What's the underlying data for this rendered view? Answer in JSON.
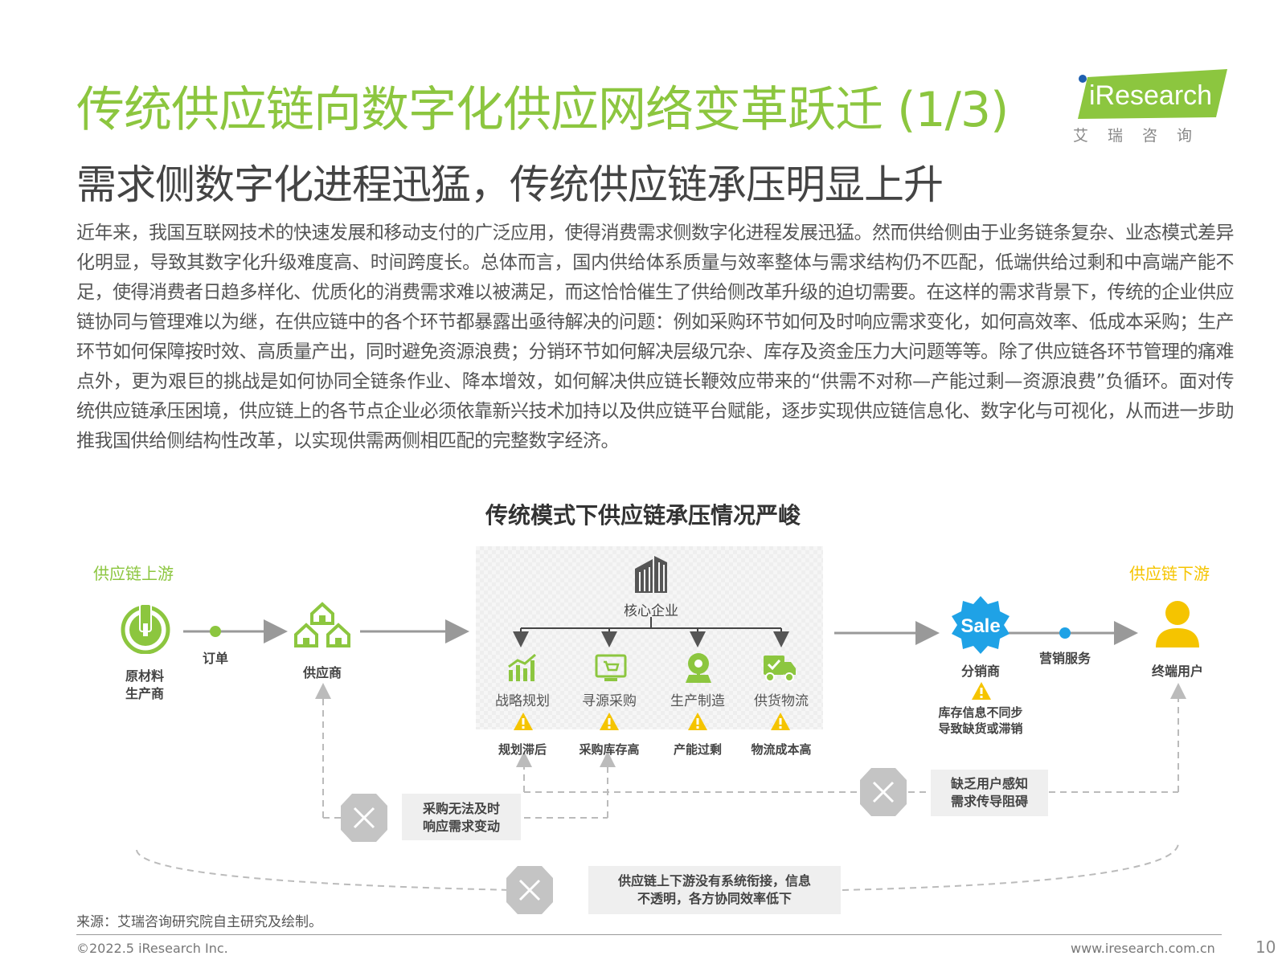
{
  "header": {
    "title": "传统供应链向数字化供应网络变革跃迁 (1/3)",
    "subtitle": "需求侧数字化进程迅猛，传统供应链承压明显上升",
    "logo_text": "iResearch",
    "logo_sub": "艾瑞咨询"
  },
  "body": {
    "paragraph": "近年来，我国互联网技术的快速发展和移动支付的广泛应用，使得消费需求侧数字化进程发展迅猛。然而供给侧由于业务链条复杂、业态模式差异化明显，导致其数字化升级难度高、时间跨度长。总体而言，国内供给体系质量与效率整体与需求结构仍不匹配，低端供给过剩和中高端产能不足，使得消费者日趋多样化、优质化的消费需求难以被满足，而这恰恰催生了供给侧改革升级的迫切需要。在这样的需求背景下，传统的企业供应链协同与管理难以为继，在供应链中的各个环节都暴露出亟待解决的问题：例如采购环节如何及时响应需求变化，如何高效率、低成本采购；生产环节如何保障按时效、高质量产出，同时避免资源浪费；分销环节如何解决层级冗杂、库存及资金压力大问题等等。除了供应链各环节管理的痛难点外，更为艰巨的挑战是如何协同全链条作业、降本增效，如何解决供应链长鞭效应带来的“供需不对称—产能过剩—资源浪费”负循环。面对传统供应链承压困境，供应链上的各节点企业必须依靠新兴技术加持以及供应链平台赋能，逐步实现供应链信息化、数字化与可视化，从而进一步助推我国供给侧结构性改革，以实现供需两侧相匹配的完整数字经济。"
  },
  "diagram": {
    "title": "传统模式下供应链承压情况严峻",
    "upstream_label": "供应链上游",
    "downstream_label": "供应链下游",
    "raw_material_line1": "原材料",
    "raw_material_line2": "生产商",
    "order_label": "订单",
    "supplier_label": "供应商",
    "core_enterprise_label": "核心企业",
    "steps": [
      {
        "label": "战略规划",
        "warning": "规划滞后",
        "icon": "chart-icon"
      },
      {
        "label": "寻源采购",
        "warning": "采购库存高",
        "icon": "cart-icon"
      },
      {
        "label": "生产制造",
        "warning": "产能过剩",
        "icon": "factory-icon"
      },
      {
        "label": "供货物流",
        "warning": "物流成本高",
        "icon": "truck-icon"
      }
    ],
    "sale_badge": "Sale",
    "distributor_label": "分销商",
    "distributor_warning_line1": "库存信息不同步",
    "distributor_warning_line2": "导致缺货或滞销",
    "marketing_label": "营销服务",
    "end_user_label": "终端用户",
    "issue_procurement_line1": "采购无法及时",
    "issue_procurement_line2": "响应需求变动",
    "issue_demand_line1": "缺乏用户感知",
    "issue_demand_line2": "需求传导阻碍",
    "issue_chain_line1": "供应链上下游没有系统衔接，信息",
    "issue_chain_line2": "不透明，各方协同效率低下",
    "colors": {
      "green": "#8cc63f",
      "yellow": "#f5c400",
      "blue": "#1fa2e6",
      "gray": "#c8c8c8"
    }
  },
  "footer": {
    "source": "来源：艾瑞咨询研究院自主研究及绘制。",
    "copyright": "©2022.5 iResearch Inc.",
    "website": "www.iresearch.com.cn",
    "page_number": "10"
  }
}
